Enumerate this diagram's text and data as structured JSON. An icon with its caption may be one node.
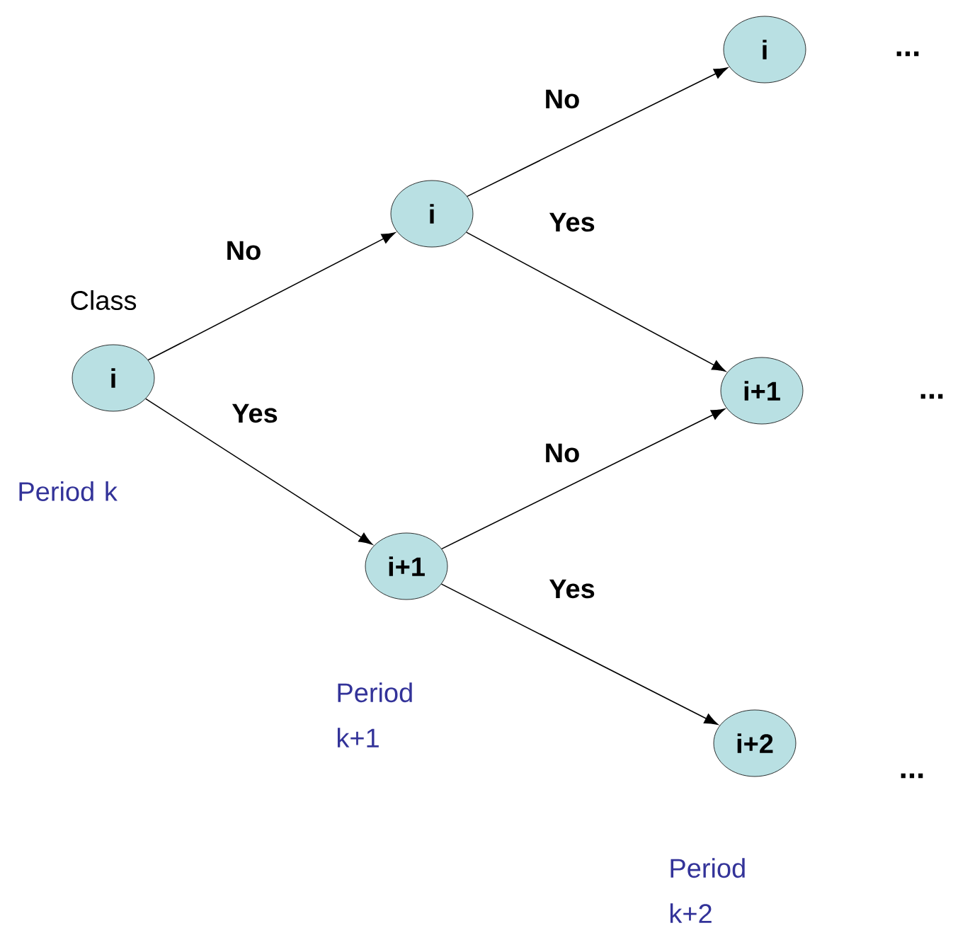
{
  "diagram": {
    "nodes": [
      {
        "text": [
          "i"
        ],
        "beside": [
          "Class",
          "Period k"
        ]
      },
      {
        "text": [
          "i"
        ]
      },
      {
        "text": [
          "i+1"
        ],
        "beside": [
          "Period k+1"
        ]
      },
      {
        "text": [
          "i"
        ]
      },
      {
        "text": [
          "i+1"
        ]
      },
      {
        "text": [
          "i+2"
        ],
        "beside": [
          "Period k+2"
        ]
      }
    ],
    "edges": [
      {
        "from": 0,
        "to": 1,
        "arrow": "to",
        "label": "No"
      },
      {
        "from": 0,
        "to": 2,
        "arrow": "to",
        "label": "Yes"
      },
      {
        "from": 1,
        "to": 3,
        "arrow": "to",
        "label": "No"
      },
      {
        "from": 1,
        "to": 4,
        "arrow": "to",
        "label": "Yes"
      },
      {
        "from": 2,
        "to": 4,
        "arrow": "to",
        "label": "No"
      },
      {
        "from": 2,
        "to": 5,
        "arrow": "to",
        "label": "Yes"
      }
    ],
    "labels": [
      "...",
      "...",
      "..."
    ]
  }
}
